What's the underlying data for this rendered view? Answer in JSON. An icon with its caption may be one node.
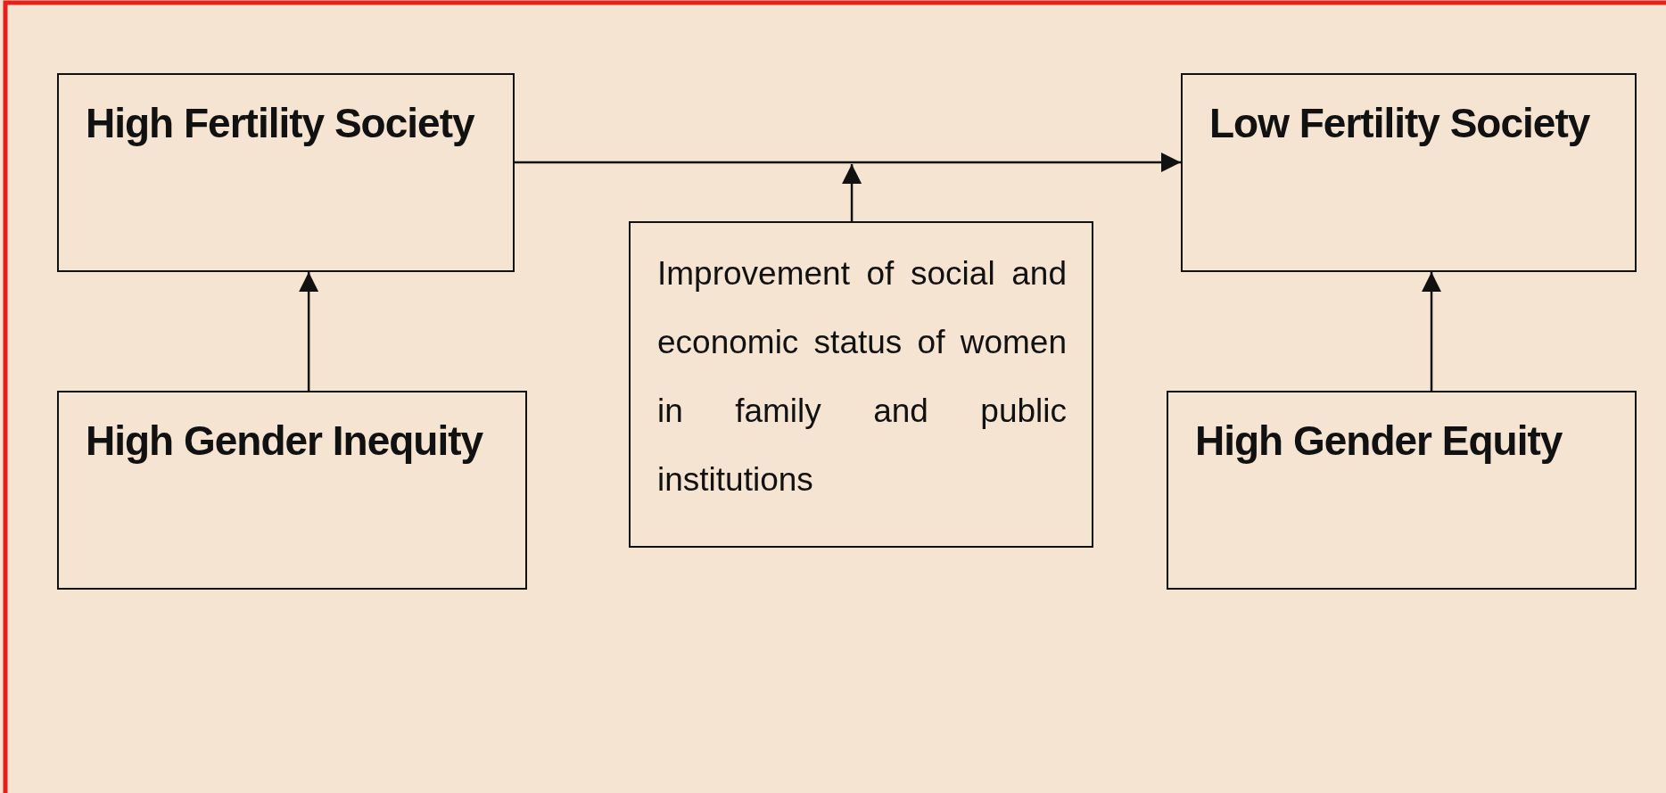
{
  "diagram": {
    "nodes": [
      {
        "text": [
          "High Fertility Society"
        ]
      },
      {
        "text": [
          "Low Fertility Society"
        ]
      },
      {
        "text": [
          "Improvement of social and economic status of women in family and public institutions"
        ]
      },
      {
        "text": [
          "High Gender Inequity"
        ]
      },
      {
        "text": [
          "High Gender Equity"
        ]
      }
    ],
    "edges": [
      {
        "from": 0,
        "to": 1,
        "arrow": "to"
      },
      {
        "from": 2,
        "to": null,
        "arrow": "to"
      },
      {
        "from": 3,
        "to": 0,
        "arrow": "to"
      },
      {
        "from": 4,
        "to": 1,
        "arrow": "to"
      }
    ]
  }
}
